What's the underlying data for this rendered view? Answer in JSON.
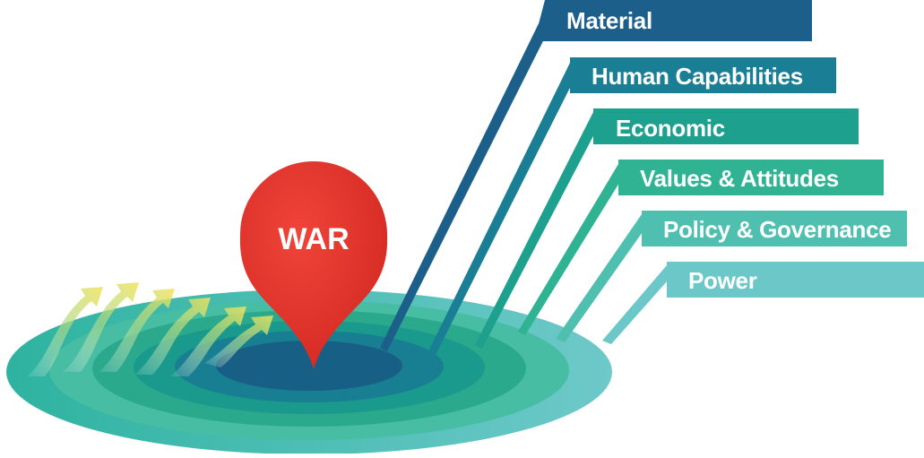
{
  "diagram": {
    "center_label": "WAR",
    "categories": [
      {
        "label": "Material",
        "color": "#1b5f8a"
      },
      {
        "label": "Human Capabilities",
        "color": "#1a7f95"
      },
      {
        "label": "Economic",
        "color": "#1ea08e"
      },
      {
        "label": "Values & Attitudes",
        "color": "#2fb393"
      },
      {
        "label": "Policy & Governance",
        "color": "#4fbfb0"
      },
      {
        "label": "Power",
        "color": "#6cc8c8"
      }
    ],
    "colors": {
      "pin": "#e8322b",
      "arrow_light": "#f0e46a",
      "arrow_dark": "#8fcf8a"
    },
    "icons": [
      "map-pin-icon",
      "arrow-icon"
    ]
  }
}
